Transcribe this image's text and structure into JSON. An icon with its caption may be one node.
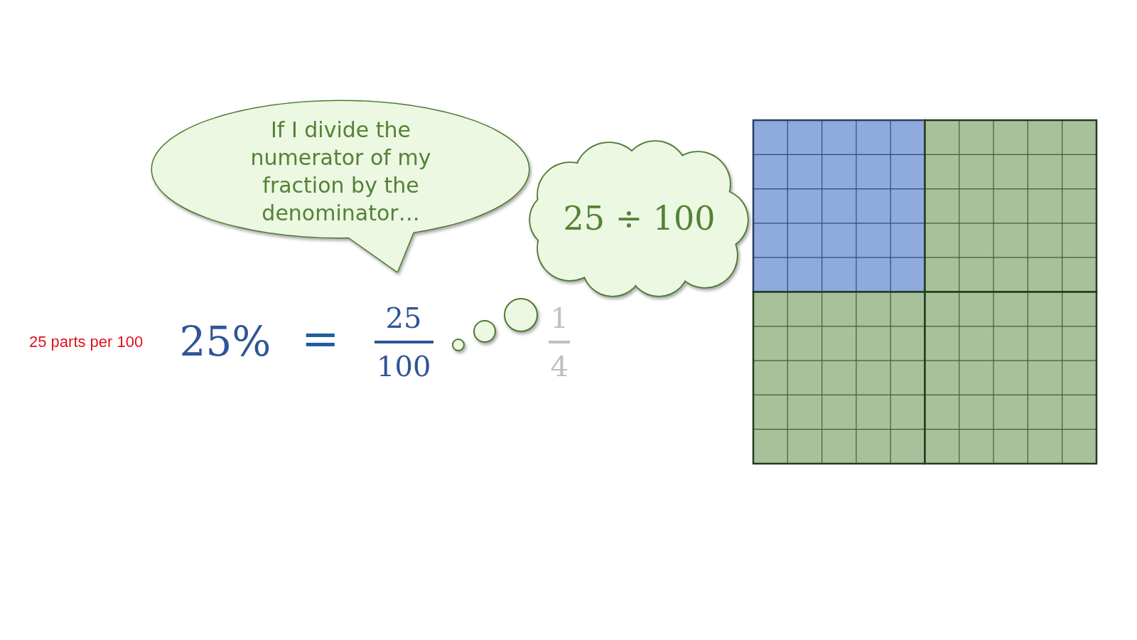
{
  "diagram": {
    "nodes": [
      {
        "text": [
          "If I divide the numerator of my fraction by the denominator…"
        ]
      },
      {
        "text": [
          "25 ÷ 100"
        ]
      }
    ],
    "labels": [
      "25 parts per 100",
      "25%",
      "=",
      "25",
      "100",
      "1",
      "4"
    ]
  }
}
